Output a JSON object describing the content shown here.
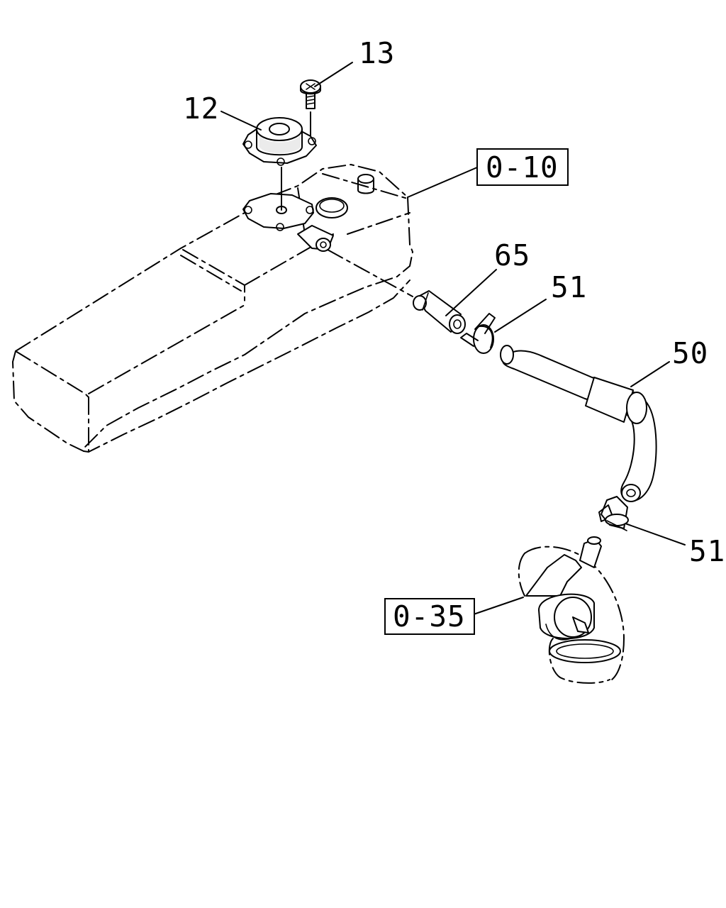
{
  "parts": {
    "p13": "13",
    "p12": "12",
    "p65": "65",
    "p51a": "51",
    "p50": "50",
    "p51b": "51"
  },
  "refs": {
    "r010": "0-10",
    "r035": "0-35"
  }
}
